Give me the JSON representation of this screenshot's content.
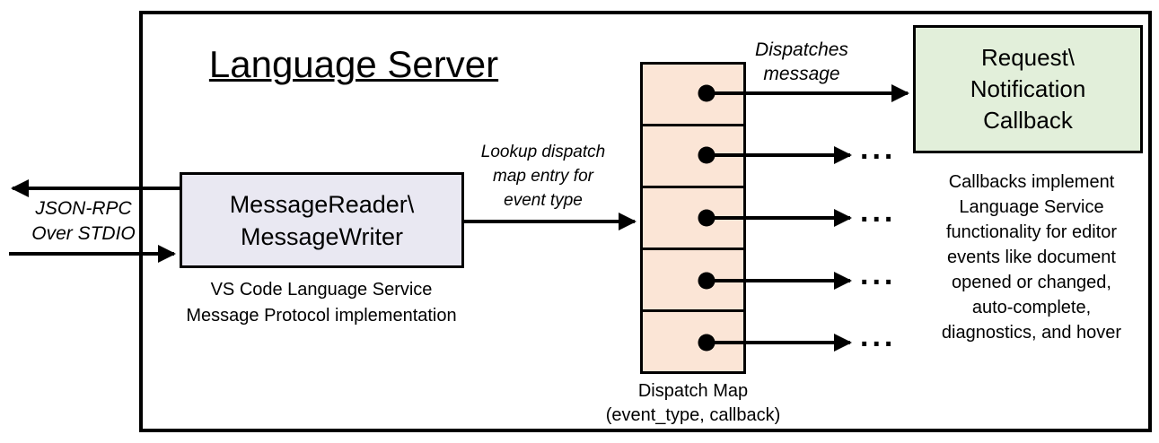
{
  "title": "Language Server",
  "io": {
    "label": "JSON-RPC\nOver STDIO"
  },
  "reader_box": {
    "label": "MessageReader\\\nMessageWriter",
    "caption": "VS Code Language Service\nMessage Protocol implementation"
  },
  "lookup_label": "Lookup dispatch\nmap entry for\nevent type",
  "dispatches_label": "Dispatches\nmessage",
  "dispatch_map": {
    "cells": 5,
    "caption": "Dispatch Map\n(event_type, callback)"
  },
  "callback_box": {
    "label": "Request\\\nNotification\nCallback"
  },
  "callbacks_note": "Callbacks implement\nLanguage Service\nfunctionality for editor\nevents like document\nopened or changed,\nauto-complete,\ndiagnostics, and hover",
  "ellipsis": "...",
  "colors": {
    "line": "#000000",
    "reader_fill": "#e9e8f2",
    "map_fill": "#fbe5d6",
    "callback_fill": "#e2efda"
  }
}
